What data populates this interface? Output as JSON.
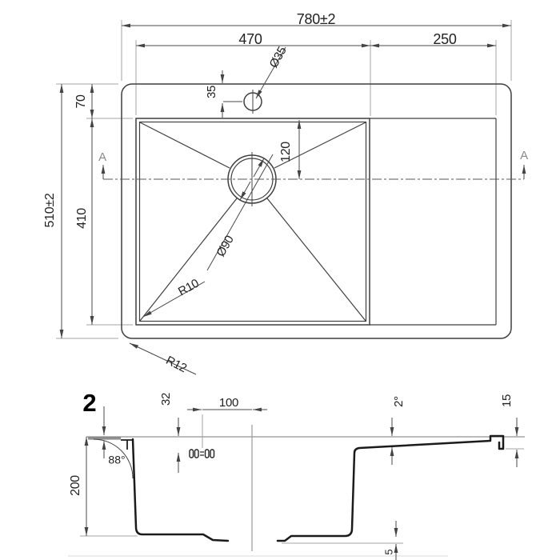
{
  "colors": {
    "background": "#ffffff",
    "line": "#3f3f3f",
    "profile": "#1b1b1b",
    "dimension": "#4a4a4a"
  },
  "top_view": {
    "section_marker_left": "A",
    "section_marker_right": "A",
    "dims": {
      "overall_width": "780±2",
      "bowl_width": "470",
      "drainboard_width": "250",
      "faucet_hole_diameter": "Ø35",
      "faucet_hole_offset": "35",
      "edge_to_bowl": "70",
      "drain_center_offset": "120",
      "drain_diameter": "Ø90",
      "bowl_length": "410",
      "overall_depth": "510±2",
      "bowl_corner_radius": "R10",
      "outer_corner_radius": "R12"
    }
  },
  "section_view": {
    "view_label": "2",
    "dims": {
      "mounting_depth": "32",
      "hole_spacing": "100",
      "drainboard_angle": "2°",
      "edge_height": "15",
      "wall_angle": "88°",
      "bowl_depth": "200",
      "base_recess": "5"
    }
  }
}
